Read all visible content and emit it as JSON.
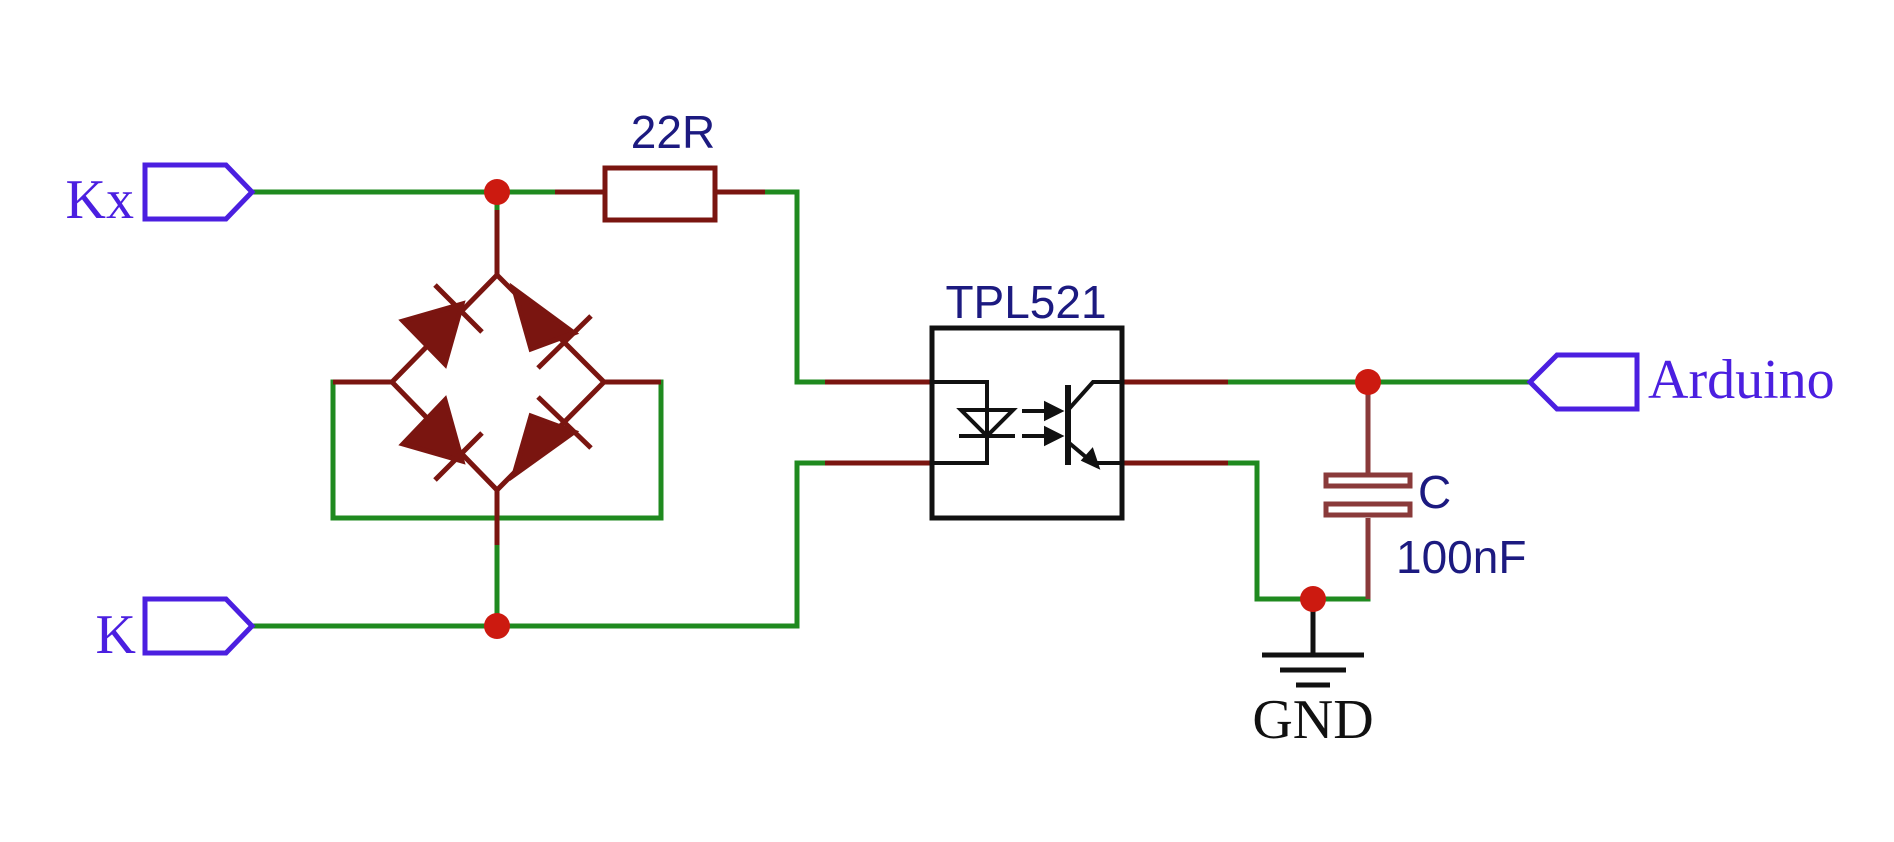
{
  "colors": {
    "wire": "#1f8a1f",
    "component": "#7a1510",
    "junction": "#cc1a10",
    "port": "#4b1fe0",
    "label": "#1c1a80",
    "symbol": "#111111",
    "capacitor": "#8a3a3a"
  },
  "ports": [
    {
      "id": "kx",
      "label": "Kx"
    },
    {
      "id": "k",
      "label": "K"
    },
    {
      "id": "arduino",
      "label": "Arduino"
    }
  ],
  "components": {
    "resistor": {
      "label": "22R"
    },
    "optocoupler": {
      "label": "TPL521"
    },
    "capacitor": {
      "name": "C",
      "value": "100nF"
    },
    "ground": {
      "label": "GND"
    },
    "bridge": {
      "icon": "diode-bridge-icon"
    }
  }
}
